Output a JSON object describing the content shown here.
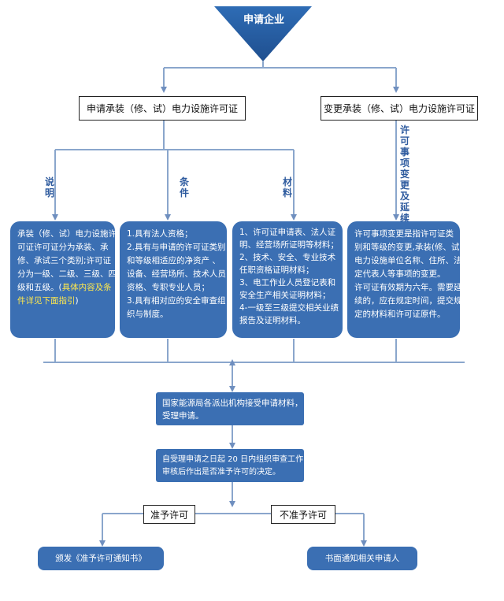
{
  "title": "申请企业",
  "branch_left": "申请承装（修、试）电力设施许可证",
  "branch_right": "变更承装（修、试）电力设施许可证",
  "side_labels": {
    "shuoming": "说明",
    "tiaojian": "条件",
    "cailiao": "材料",
    "change": "许可事项变更及延续"
  },
  "box_shuoming": {
    "lines": [
      "承装（修、试）电力设施许",
      "可证许可证分为承装、承",
      "修、承试三个类别;许可证",
      "分为一级、二级、三级、四",
      "级和五级。("
    ],
    "highlight_inline": "具体内容及条",
    "highlight_tail": "件详见下面指引",
    "tail": ")"
  },
  "box_tiaojian": {
    "lines": [
      "1.具有法人资格；",
      "2.具有与申请的许可证类别",
      "和等级相适应的净资产 、",
      "设备、经营场所、技术人员",
      "资格、专职专业人员；",
      "3.具有相对应的安全审查组",
      "织与制度。"
    ]
  },
  "box_cailiao": {
    "lines": [
      "1、许可证申请表、法人证",
      "明、经营场所证明等材料；",
      "2、技术、安全、专业技术",
      "任职资格证明材料；",
      "3、电工作业人员登记表和",
      "安全生产相关证明材料；",
      "4-一级至三级提交相关业绩",
      "报告及证明材料。"
    ]
  },
  "box_change": {
    "lines": [
      "许可事项变更是指许可证类",
      "别和等级的变更,承装(修、试)",
      "电力设施单位名称、住所、法",
      "定代表人等事项的变更。",
      "许可证有效期为六年。需要延",
      "续的，应在规定时间，提交规",
      "定的材料和许可证原件。"
    ]
  },
  "step_accept": {
    "line1": "国家能源局各派出机构接受申请材料，",
    "line2": "受理申请。"
  },
  "step_review": {
    "line1": "自受理申请之日起 20 日内组织审查工作，",
    "line2": "审核后作出是否准予许可的决定。"
  },
  "decision_yes": "准予许可",
  "decision_no": "不准予许可",
  "result_yes": "颁发《准予许可通知书》",
  "result_no": "书面通知相关申请人",
  "colors": {
    "box_blue": "#3b6fb3",
    "line_blue": "#8aa6cc",
    "arrow_blue": "#6f8fbf",
    "highlight_yellow": "#ffe84d"
  }
}
